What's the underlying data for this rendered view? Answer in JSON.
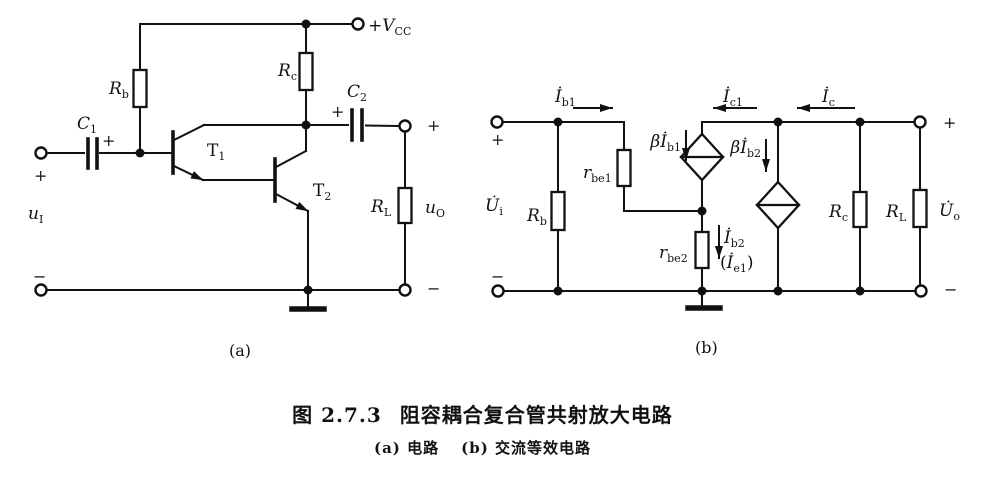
{
  "figure": {
    "caption_line1": {
      "number": "图 2.7.3",
      "title": "阻容耦合复合管共射放大电路"
    },
    "caption_line2": {
      "a": "(a) 电路",
      "b": "(b) 交流等效电路"
    }
  },
  "colors": {
    "ink": "#111111",
    "background": "#ffffff"
  },
  "circuit_a": {
    "sublabel": "(a)",
    "labels": {
      "u_i": {
        "base": "u",
        "sub": "I"
      },
      "in_plus": "+",
      "in_minus": "−",
      "c1": {
        "base": "C",
        "sub": "1"
      },
      "c1_plus": "+",
      "rb": {
        "base": "R",
        "sub": "b"
      },
      "rc": {
        "base": "R",
        "sub": "c"
      },
      "vcc": {
        "pre": "+",
        "base": "V",
        "sub": "CC"
      },
      "t1": {
        "base": "T",
        "sub": "1"
      },
      "t2": {
        "base": "T",
        "sub": "2"
      },
      "c2": {
        "base": "C",
        "sub": "2"
      },
      "c2_plus": "+",
      "out_plus": "+",
      "out_minus": "−",
      "rl": {
        "base": "R",
        "sub": "L"
      },
      "u_o": {
        "base": "u",
        "sub": "O"
      }
    }
  },
  "circuit_b": {
    "sublabel": "(b)",
    "labels": {
      "i_b1": {
        "base": "İ",
        "sub": "b1"
      },
      "i_c1": {
        "base": "İ",
        "sub": "c1"
      },
      "i_c": {
        "base": "İ",
        "sub": "c"
      },
      "beta_i_b1": {
        "base": "βİ",
        "sub": "b1"
      },
      "beta_i_b2": {
        "base": "βİ",
        "sub": "b2"
      },
      "r_be1": {
        "base": "r",
        "sub": "be1"
      },
      "r_be2": {
        "base": "r",
        "sub": "be2"
      },
      "i_b2": {
        "base": "İ",
        "sub": "b2"
      },
      "i_e1": {
        "pre": "(",
        "base": "İ",
        "sub": "e1",
        "post": ")"
      },
      "u_i": {
        "base": "U̇",
        "sub": "i"
      },
      "rb": {
        "base": "R",
        "sub": "b"
      },
      "rc": {
        "base": "R",
        "sub": "c"
      },
      "rl": {
        "base": "R",
        "sub": "L"
      },
      "u_o": {
        "base": "U̇",
        "sub": "o"
      },
      "in_plus": "+",
      "in_minus": "−",
      "out_plus": "+",
      "out_minus": "−"
    }
  }
}
